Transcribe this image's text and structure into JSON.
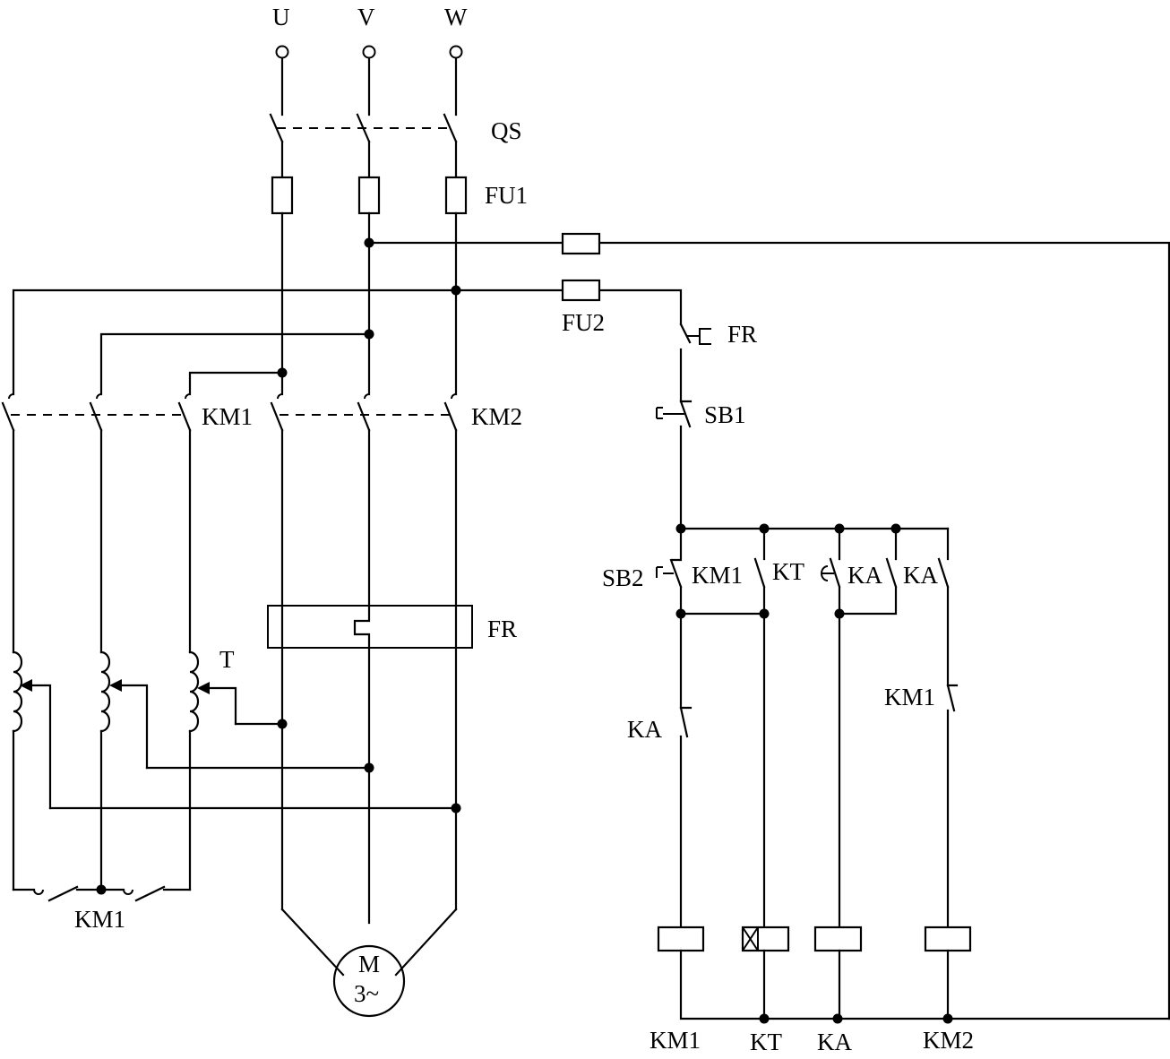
{
  "terminals": [
    "U",
    "V",
    "W"
  ],
  "labels": {
    "qs": "QS",
    "fu1": "FU1",
    "fu2": "FU2",
    "km1": "KM1",
    "km2": "KM2",
    "fr": "FR",
    "t": "T",
    "km1_bottom": "KM1",
    "motor_line1": "M",
    "motor_line2": "3~",
    "ctrl_fr": "FR",
    "sb1": "SB1",
    "sb2": "SB2",
    "ctrl_km1": "KM1",
    "ctrl_kt": "KT",
    "ctrl_ka1": "KA",
    "ctrl_ka2": "KA",
    "ctrl_ka_nc": "KA",
    "ctrl_km1_nc": "KM1",
    "coil_km1": "KM1",
    "coil_kt": "KT",
    "coil_ka": "KA",
    "coil_km2": "KM2"
  }
}
